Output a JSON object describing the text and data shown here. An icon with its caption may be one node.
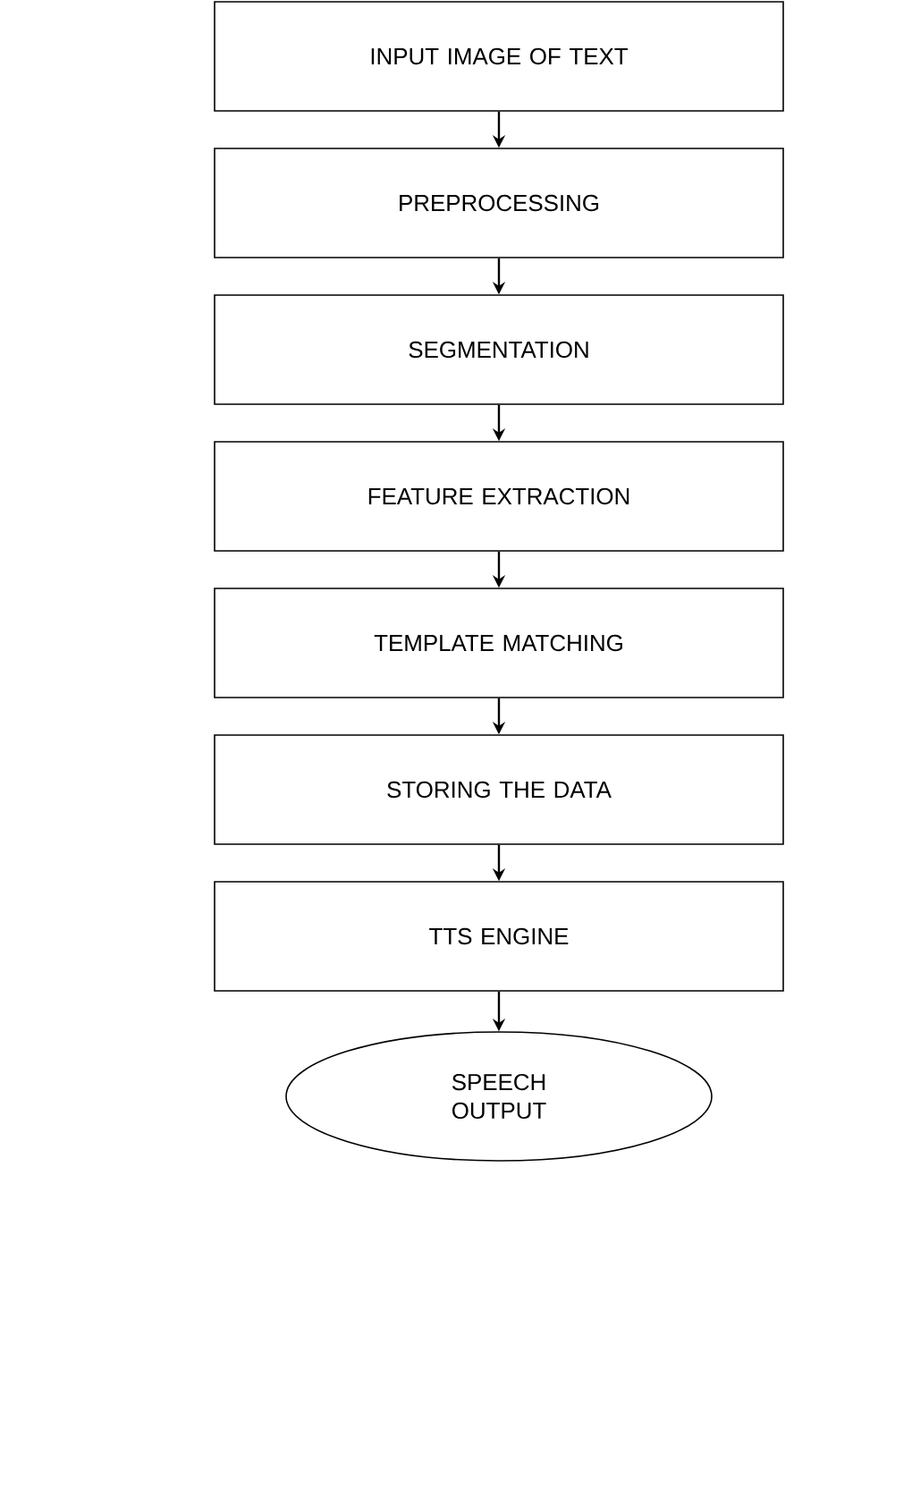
{
  "diagram": {
    "nodes": [
      {
        "text": [
          "INPUT IMAGE OF TEXT"
        ]
      },
      {
        "text": [
          "PREPROCESSING"
        ]
      },
      {
        "text": [
          "SEGMENTATION"
        ]
      },
      {
        "text": [
          "FEATURE EXTRACTION"
        ]
      },
      {
        "text": [
          "TEMPLATE MATCHING"
        ]
      },
      {
        "text": [
          "STORING THE DATA"
        ]
      },
      {
        "text": [
          "TTS ENGINE"
        ]
      },
      {
        "text": [
          "SPEECH OUTPUT"
        ]
      }
    ],
    "edges": [
      {
        "from": 0,
        "to": 1,
        "arrow": "to"
      },
      {
        "from": 1,
        "to": 2,
        "arrow": "to"
      },
      {
        "from": 2,
        "to": 3,
        "arrow": "to"
      },
      {
        "from": 3,
        "to": 4,
        "arrow": "to"
      },
      {
        "from": 4,
        "to": 5,
        "arrow": "to"
      },
      {
        "from": 5,
        "to": 6,
        "arrow": "to"
      },
      {
        "from": 6,
        "to": 7,
        "arrow": "to"
      }
    ]
  }
}
